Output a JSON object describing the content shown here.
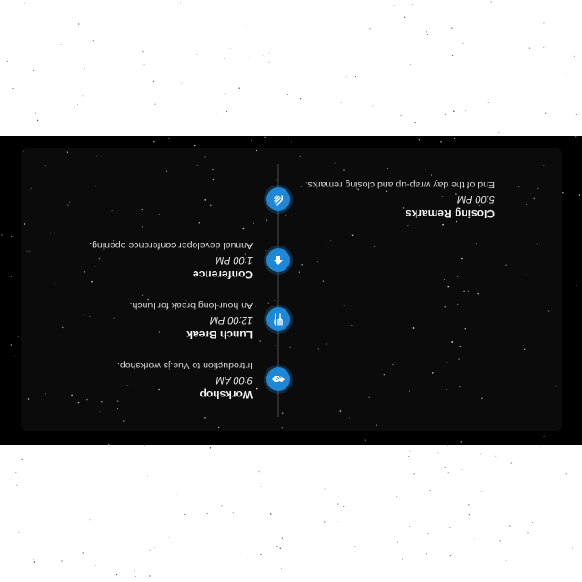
{
  "events": [
    {
      "title": "Workshop",
      "time": "9:00 AM",
      "description": "Introduction to Vue.js workshop.",
      "icon": "handshake-icon"
    },
    {
      "title": "Lunch Break",
      "time": "12:00 PM",
      "description": "An hour-long break for lunch.",
      "icon": "utensils-icon"
    },
    {
      "title": "Conference",
      "time": "1:00 PM",
      "description": "Annual developer conference opening.",
      "icon": "upload-arrow-icon"
    },
    {
      "title": "Closing Remarks",
      "time": "5:00 PM",
      "description": "End of the day wrap-up and closing remarks.",
      "icon": "waving-hand-icon"
    }
  ],
  "colors": {
    "accent": "#1e88d6",
    "panel": "#0b0b0b",
    "band": "#000000",
    "text": "#f2f2f2"
  }
}
